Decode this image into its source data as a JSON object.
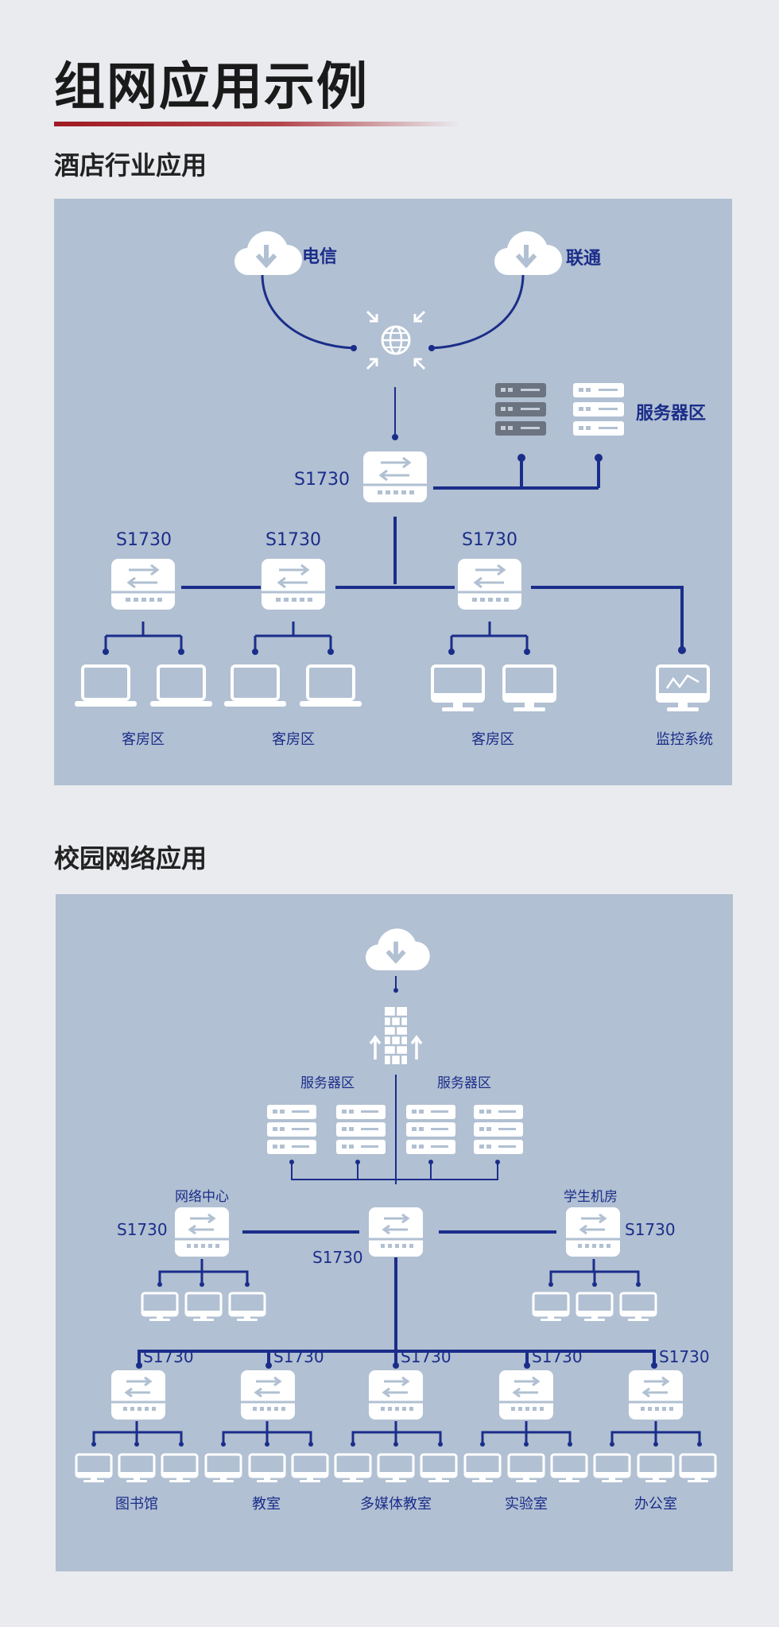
{
  "page_title": "组网应用示例",
  "hotel": {
    "section_title": "酒店行业应用",
    "isp": [
      "电信",
      "联通"
    ],
    "core_switch": "S1730",
    "server_zone": "服务器区",
    "switches": [
      "S1730",
      "S1730",
      "S1730"
    ],
    "zones": [
      "客房区",
      "客房区",
      "客房区",
      "监控系统"
    ]
  },
  "campus": {
    "section_title": "校园网络应用",
    "server_zones": [
      "服务器区",
      "服务器区"
    ],
    "core_switch": "S1730",
    "left_group": {
      "label": "网络中心",
      "switch": "S1730"
    },
    "right_group": {
      "label": "学生机房",
      "switch": "S1730"
    },
    "switches": [
      "S1730",
      "S1730",
      "S1730",
      "S1730",
      "S1730"
    ],
    "zones": [
      "图书馆",
      "教室",
      "多媒体教室",
      "实验室",
      "办公室"
    ]
  },
  "colors": {
    "diagram_bg": "#b1c0d2",
    "line": "#1b2d8a",
    "label": "#1b2d8a",
    "icon": "#ffffff",
    "server_dark": "#6b7480",
    "accent": "#a01a22"
  }
}
